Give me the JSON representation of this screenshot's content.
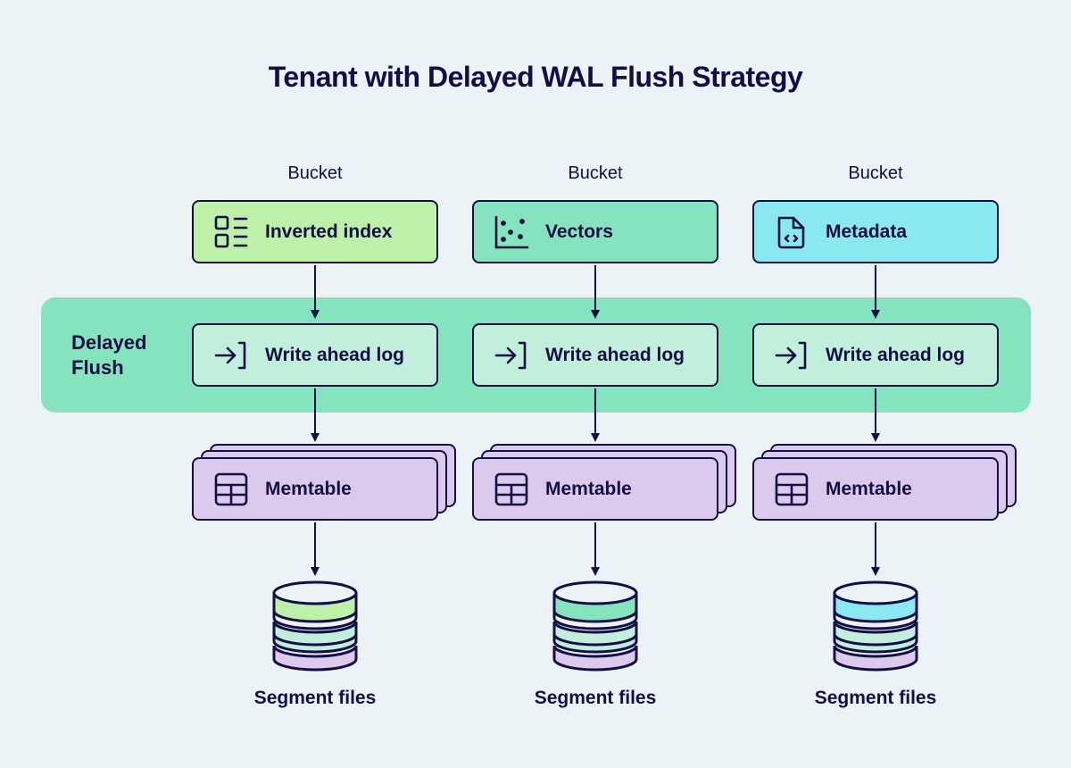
{
  "title": "Tenant with Delayed WAL Flush Strategy",
  "band": {
    "label_line1": "Delayed",
    "label_line2": "Flush",
    "color": "#85e3bd"
  },
  "columns": [
    {
      "bucket_label": "Bucket",
      "top": {
        "label": "Inverted index",
        "icon": "list-icon",
        "color": "#bdf0a8"
      },
      "wal": {
        "label": "Write ahead log",
        "icon": "log-in-icon"
      },
      "memtable": {
        "label": "Memtable",
        "icon": "table-icon"
      },
      "segment": {
        "label": "Segment files",
        "icon": "database-icon",
        "top_layer_color": "#bdf0a8"
      }
    },
    {
      "bucket_label": "Bucket",
      "top": {
        "label": "Vectors",
        "icon": "scatter-plot-icon",
        "color": "#85e3bd"
      },
      "wal": {
        "label": "Write ahead log",
        "icon": "log-in-icon"
      },
      "memtable": {
        "label": "Memtable",
        "icon": "table-icon"
      },
      "segment": {
        "label": "Segment files",
        "icon": "database-icon",
        "top_layer_color": "#85e3bd"
      }
    },
    {
      "bucket_label": "Bucket",
      "top": {
        "label": "Metadata",
        "icon": "code-file-icon",
        "color": "#8ae8f0"
      },
      "wal": {
        "label": "Write ahead log",
        "icon": "log-in-icon"
      },
      "memtable": {
        "label": "Memtable",
        "icon": "table-icon"
      },
      "segment": {
        "label": "Segment files",
        "icon": "database-icon",
        "top_layer_color": "#8ae8f0"
      }
    }
  ],
  "colors": {
    "background": "#ecf3f7",
    "ink": "#130f45",
    "wal": "#c2efdc",
    "memtable": "#dccaec"
  }
}
